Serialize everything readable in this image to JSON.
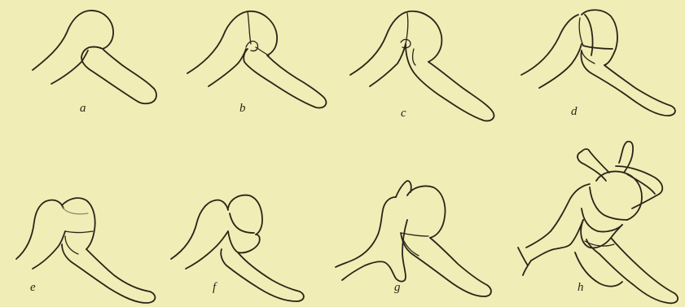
{
  "figure": {
    "background_color": "#f0edb6",
    "line_color": "#2b2418",
    "panels": [
      {
        "label": "a"
      },
      {
        "label": "b"
      },
      {
        "label": "c"
      },
      {
        "label": "d"
      },
      {
        "label": "e"
      },
      {
        "label": "f"
      },
      {
        "label": "g"
      },
      {
        "label": "h"
      }
    ]
  }
}
